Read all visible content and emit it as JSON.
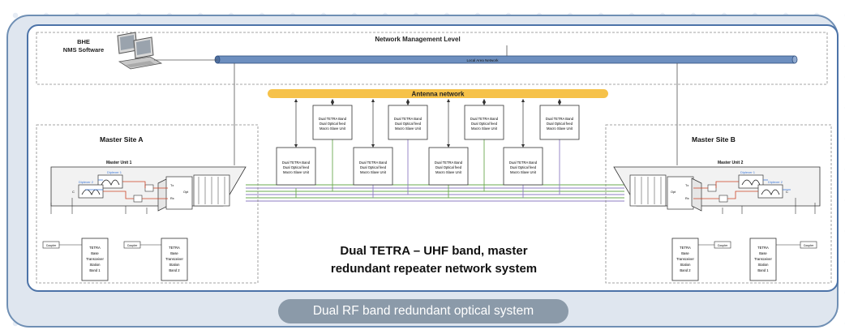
{
  "caption": "Dual RF band redundant optical system",
  "nms": {
    "line1": "BHE",
    "line2": "NMS Software"
  },
  "network_level": "Network Management Level",
  "lan": "Local Area Network",
  "antenna_network": "Antenna network",
  "slave_unit": [
    "Dual TETRA Band",
    "Dual Optical feed",
    "Macro Slave Unit"
  ],
  "site_a": {
    "title": "Master Site A",
    "unit": "Master Unit 1",
    "diplexer1": "Diplexer 1",
    "diplexer2": "Diplexer 2"
  },
  "site_b": {
    "title": "Master Site B",
    "unit": "Master Unit 2",
    "diplexer1": "Diplexer 1",
    "diplexer2": "Diplexer 2"
  },
  "coupler": "Coupler",
  "bts_band1": [
    "TETRA",
    "Base",
    "Transceiver",
    "Station",
    "Band 1"
  ],
  "bts_band2": [
    "TETRA",
    "Base",
    "Transceiver",
    "Station",
    "Band 2"
  ],
  "system_title": {
    "line1": "Dual TETRA – UHF band, master",
    "line2": "redundant repeater network system"
  },
  "port_labels": {
    "tx": "Tx",
    "rx": "Rx",
    "opt": "Opt",
    "c": "C"
  },
  "colors": {
    "panel": "#dfe6ef",
    "frame": "#4c73a8",
    "antenna": "#f6c24a",
    "lan": "#6d8fbf",
    "green": "#6aa84f",
    "purple": "#8e7cc3",
    "red": "#cc4125",
    "blue": "#3c78d8"
  }
}
